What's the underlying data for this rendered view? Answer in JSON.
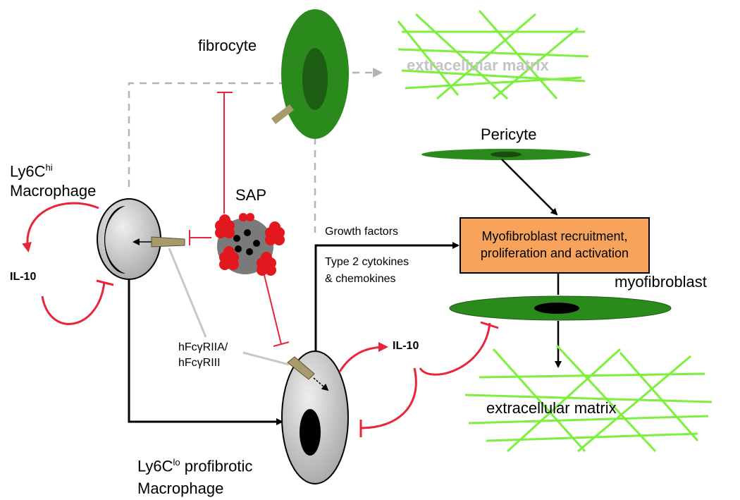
{
  "labels": {
    "fibrocyte": "fibrocyte",
    "ecm_top": "extracellular matrix",
    "pericyte": "Pericyte",
    "ly6c_hi_main": "Ly6C",
    "ly6c_hi_sup": "hi",
    "ly6c_hi_line2": "Macrophage",
    "sap": "SAP",
    "il10_left": "IL-10",
    "growth_factors": "Growth factors",
    "type2_line1": "Type 2 cytokines",
    "type2_line2": "& chemokines",
    "box_text": "Myofibroblast recruitment, proliferation and activation",
    "myofibroblast": "myofibroblast",
    "receptor_line1": "hFcγRIIA/",
    "receptor_line2": "hFcγRIII",
    "il10_right": "IL-10",
    "ecm_bottom": "extracellular matrix",
    "ly6c_lo_main": "Ly6C",
    "ly6c_lo_sup": "lo",
    "ly6c_lo_rest": " profibrotic",
    "ly6c_lo_line2": "Macrophage"
  },
  "colors": {
    "inhibition": "#e8253a",
    "activation": "#000000",
    "fibrocyte_path": "#b3b3b3",
    "cell_green": "#2a8a1c",
    "cell_dark_green": "#1e5e14",
    "matrix_green": "#7cf03c",
    "box_orange": "#f7a35c",
    "macrophage_gray": "#c8c8c8",
    "sap_red": "#e3171e",
    "receptor_tan": "#a89a6a"
  }
}
